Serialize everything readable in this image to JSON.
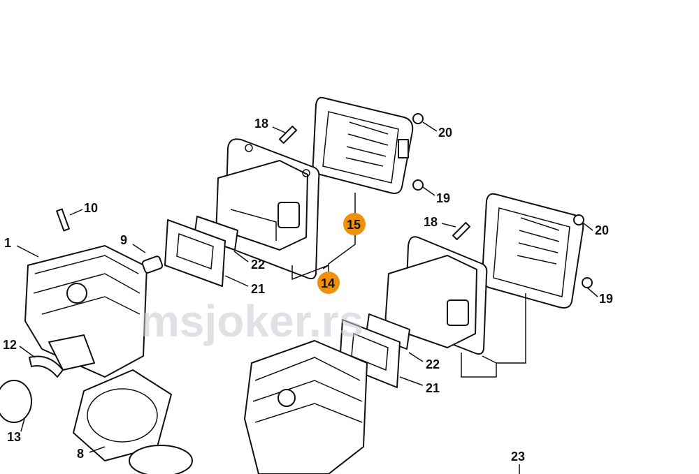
{
  "watermark": "msjoker.rs",
  "accent_color": "#f0900f",
  "callouts": {
    "c18a": "18",
    "c20a": "20",
    "c19a": "19",
    "c10": "10",
    "c15": "15",
    "c18b": "18",
    "c20b": "20",
    "c1": "1",
    "c9": "9",
    "c22a": "22",
    "c14": "14",
    "c21a": "21",
    "c19b": "19",
    "c12": "12",
    "c22b": "22",
    "c21b": "21",
    "c13": "13",
    "c8": "8",
    "c23": "23"
  }
}
